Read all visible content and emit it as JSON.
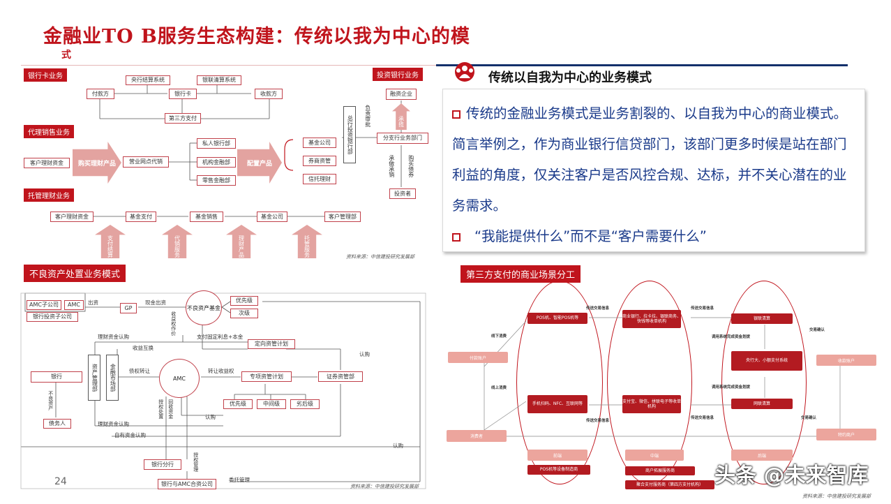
{
  "header": {
    "title": "金融业TO B服务生态构建：传统以我为中心的模",
    "title_overflow": "式"
  },
  "panel": {
    "heading": "传统以自我为中心的业务模式",
    "bullet1": "传统的金融业务模式是业务割裂的、以自我为中心的商业模式。简言举例之，作为商业银行信贷部门，该部门更多时候是站在部门利益的角度，仅关注客户是否风控合规、达标，并不关心潜在的业务需求。",
    "bullet2": "“我能提供什么”而不是“客户需要什么”"
  },
  "d1": {
    "tag_bank_card": "银行卡业务",
    "tag_agency": "代理销售业务",
    "tag_custody": "托管理财业务",
    "tag_ib": "投资银行业务",
    "central_clearing": "央行结算系统",
    "unionpay_clearing": "银联清算系统",
    "payer": "付款方",
    "bank_card": "银行卡",
    "payee": "收款方",
    "third_party_pay": "第三方支付",
    "client_funds": "客户理财资金",
    "buy_products": "购买理财产品",
    "outlets": "营业网点代销",
    "private_bank": "私人银行部",
    "institutional": "机构金融部",
    "retail": "零售金融部",
    "allocate": "配置产品",
    "fund_co": "基金公司",
    "securities_am": "券商资管",
    "trust": "信托理财",
    "hq_ib": "总行投资银行部",
    "review": "负责审批",
    "financing_co": "融资企业",
    "underwrite": "承揽",
    "branch_ib": "分支行业务部门",
    "sell": "承做承销",
    "buy_bonds": "购买债券",
    "investor": "投资者",
    "c_client_funds": "客户理财资金",
    "c_fund_pay": "基金支付",
    "c_fund_sales": "基金销售",
    "c_fund_co": "基金公司",
    "c_client_mgmt": "客户管理部",
    "up1": "支付结算",
    "up2": "代销服务",
    "up3": "理财产品",
    "up4": "托管服务",
    "source": "资料来源：中信建投研究发展部"
  },
  "d2": {
    "tag": "不良资产处置业务模式",
    "amc_sub": "AMC子公司",
    "amc": "AMC",
    "bank_inv_sub": "银行投资子公司",
    "contribution": "出资",
    "gp": "GP",
    "cash_contrib": "现金出资",
    "npl_fund": "不良资产基金",
    "senior": "优先级",
    "sub": "次级",
    "return_as": "收益权作价",
    "fixed_interest": "支付固定利息+本金",
    "wm_subscribe": "理财资金认购",
    "targeted_plan": "定向资管计划",
    "return_swap": "收益互换",
    "subscribe": "认购",
    "bank": "银行",
    "asset_mgmt": "资产管理部",
    "fin_market": "金融市场部",
    "debt_transfer": "债权转让",
    "amc_center": "AMC",
    "transfer_return": "转让收益权",
    "special_plan": "专项资管计划",
    "sec_am": "证券资管部",
    "npl_asset": "不良资产",
    "priority": "优先级",
    "mezz": "中间级",
    "junior": "劣后级",
    "auth_disposal": "授权处置",
    "recover_funds": "回收资金",
    "debtor": "债务人",
    "wm_subscribe2": "理财资金认购",
    "own_funds": "自有资金认购",
    "subscribe2": "认购",
    "bank_branch": "银行分行",
    "authorize_mgmt": "授权管理",
    "bank_amc_jv": "银行与AMC合资公司",
    "entrust_mgmt": "委托管理",
    "page_number": "24",
    "source": "资料来源：中信建投研究发展部"
  },
  "d3": {
    "tag": "第三方支付的商业场景分工",
    "pos": "POS机、智能POS机等",
    "banks": "商业银行、拉卡拉、银联商务、快钱等收单机构",
    "unionpay_clear": "银联清算",
    "central_big_small": "央行大、小额支付系统",
    "qr": "手机扫码、NFC、互联网等",
    "alipay": "支付宝、微信、拼联电子等收单机构",
    "netunion_clear": "网联清算",
    "payer_bank": "付款账户",
    "payee_bank": "收款账户",
    "consumer": "消费者",
    "merchant": "特约商户",
    "front": "前端",
    "mid": "中端",
    "back": "后端",
    "pos_vendor": "POS机等设备制造商",
    "mer_service": "商户拓展服务商",
    "agg_service": "聚合支付服务商（第四方支付机构）",
    "msg_info1": "传送交易信息",
    "msg_info2": "传送交易信息",
    "msg_info3": "传送交易信息",
    "msg_info4": "传送交易信息",
    "offline": "线下消费",
    "online": "线上消费",
    "call_sys1": "调用系统完成资金划拨",
    "call_sys2": "调用系统完成资金划拨",
    "confirm1": "交易确认",
    "confirm2": "交易确认",
    "source": "资料来源：中信建投研究发展部"
  },
  "watermark": "头条 @未来智库",
  "colors": {
    "accent": "#c0141c",
    "navy": "#13306b",
    "text_blue": "#1a3a8a"
  },
  "icons": {
    "panel_icon": "people-group-icon"
  }
}
